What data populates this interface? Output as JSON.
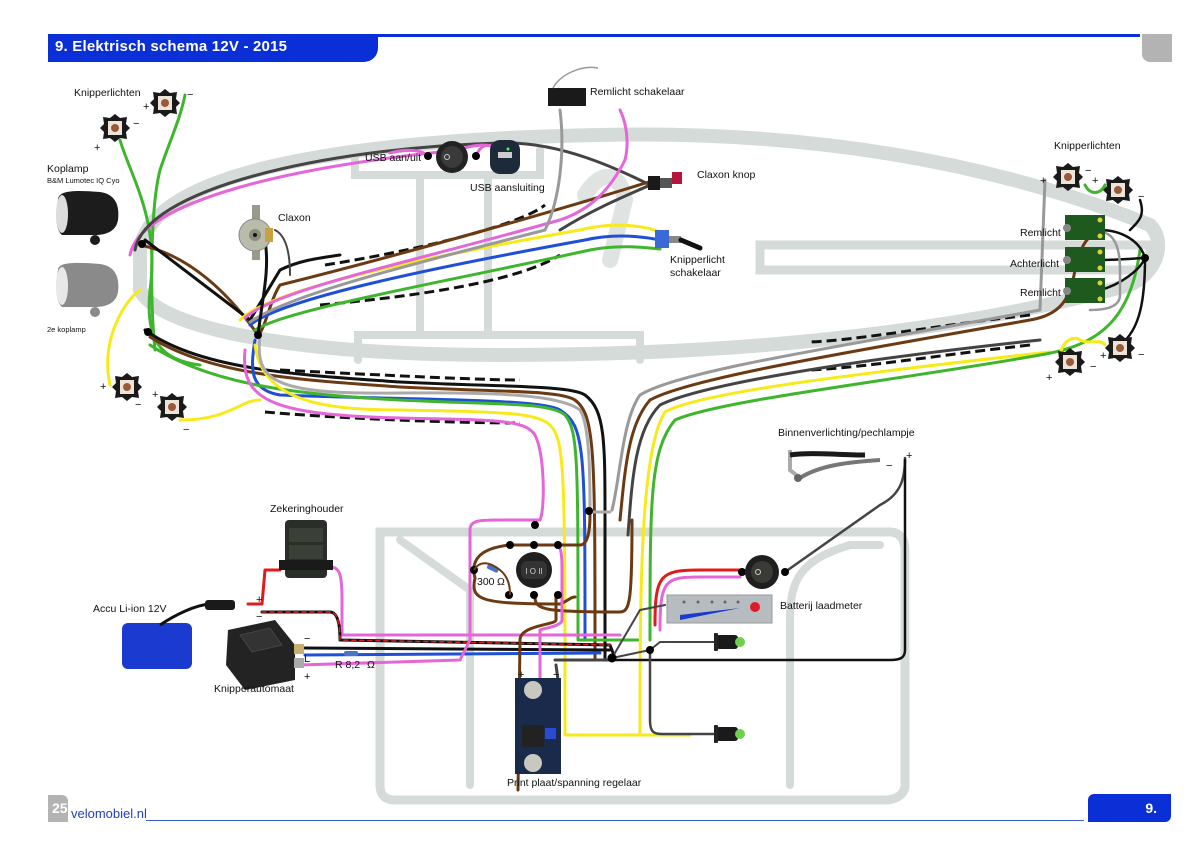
{
  "header": {
    "title": "9. Elektrisch schema  12V - 2015"
  },
  "footer": {
    "page_number": "25",
    "site": "velomobiel.nl",
    "chapter": "9."
  },
  "colors": {
    "brand_blue": "#0a2fd6",
    "frame_gray": "#d5dbd8",
    "wire_black": "#111111",
    "wire_brown": "#6b3a12",
    "wire_pink": "#e466d8",
    "wire_yellow": "#f7ea1a",
    "wire_blue": "#1f4fd6",
    "wire_green": "#3fb52e",
    "wire_red": "#e11b1b",
    "wire_gray": "#555555"
  },
  "components": {
    "knipperlichten_front": "Knipperlichten",
    "koplamp": "Koplamp",
    "koplamp_model": "B&M Lumotec IQ Cyo",
    "koplamp2": "2e koplamp",
    "claxon": "Claxon",
    "usb_switch": "USB aan/uit",
    "usb_socket": "USB aansluiting",
    "remlicht_schakelaar": "Remlicht schakelaar",
    "claxon_knop": "Claxon knop",
    "knipperlicht_schakelaar_1": "Knipperlicht",
    "knipperlicht_schakelaar_2": "schakelaar",
    "knipperlichten_rear": "Knipperlichten",
    "remlicht_top": "Remlicht",
    "achterlicht": "Achterlicht",
    "remlicht_bottom": "Remlicht",
    "binnenverlichting": "Binnenverlichting/pechlampje",
    "zekeringhouder": "Zekeringhouder",
    "accu": "Accu Li-ion 12V",
    "knipperautomaat": "Knipperautomaat",
    "resistor_82": "R 8,2",
    "resistor_300": "300",
    "ohm": "Ω",
    "batterij_laadmeter": "Batterij laadmeter",
    "print_plaat": "Print plaat/spanning regelaar"
  },
  "polarity": {
    "plus": "+",
    "minus": "−",
    "L": "L"
  }
}
